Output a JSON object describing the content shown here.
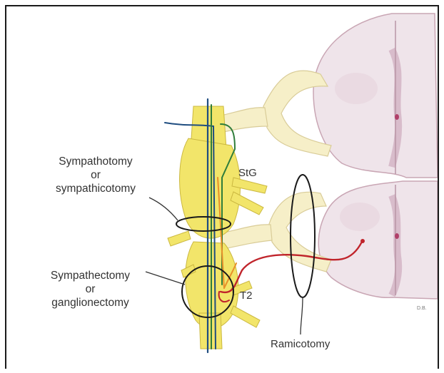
{
  "labels": {
    "sympathotomy": [
      "Sympathotomy",
      "or",
      "sympathicotomy"
    ],
    "sympathectomy": [
      "Sympathectomy",
      "or",
      "ganglionectomy"
    ],
    "stellate_ganglion": "StG",
    "t2_ganglion": "T2",
    "ramicotomy": "Ramicotomy",
    "artist_mark": "D.B."
  },
  "colors": {
    "nerve_yellow": "#f2e56a",
    "nerve_pale": "#f6efc8",
    "spinal_cord_pink": "#efe4ea",
    "spinal_cord_outline": "#c9a6b4",
    "fiber_blue": "#1f4d80",
    "fiber_green": "#2f7d3b",
    "fiber_orange": "#e8902a",
    "fiber_red": "#c0242b",
    "outline_black": "#1a1a1a"
  }
}
